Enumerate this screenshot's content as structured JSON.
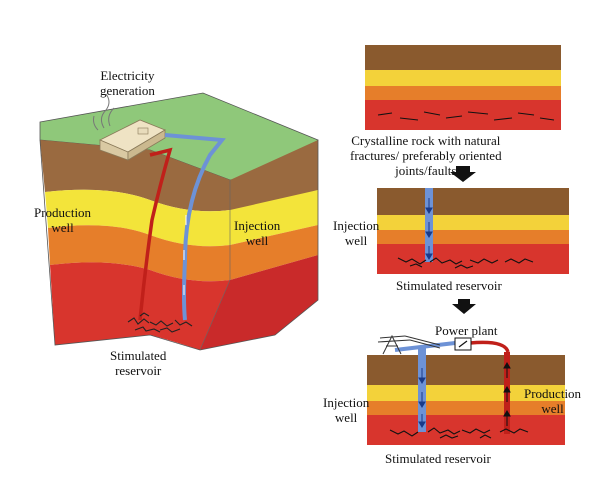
{
  "left_block": {
    "electricity_label": "Electricity\ngeneration",
    "production_label": "Production\nwell",
    "injection_label": "Injection\nwell",
    "reservoir_label": "Stimulated\nreservoir"
  },
  "step1": {
    "caption": "Crystalline rock with natural\nfractures/ preferably oriented\njoints/faults"
  },
  "step2": {
    "injection_label": "Injection\nwell",
    "reservoir_label": "Stimulated reservoir"
  },
  "step3": {
    "power_plant_label": "Power plant",
    "injection_label": "Injection\nwell",
    "production_label": "Production\nwell",
    "reservoir_label": "Stimulated reservoir"
  },
  "colors": {
    "grass": "#8fc87a",
    "soil": "#9a6a40",
    "yellow": "#f3e43a",
    "orange": "#e67e2a",
    "red": "#d8352d",
    "deep_red": "#c92a2a",
    "injection_pipe": "#6d92d6",
    "production_pipe": "#c0201a"
  }
}
